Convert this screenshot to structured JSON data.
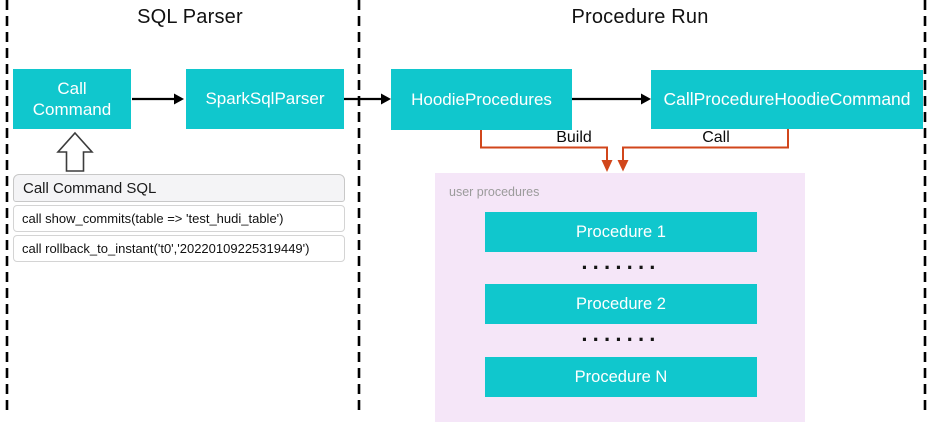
{
  "diagram": {
    "sections": [
      {
        "title": "SQL Parser"
      },
      {
        "title": "Procedure Run"
      }
    ],
    "nodes": {
      "call_command": "Call Command",
      "spark_sql_parser": "SparkSqlParser",
      "hoodie_procedures": "HoodieProcedures",
      "call_procedure_hoodie_command": "CallProcedureHoodieCommand"
    },
    "edges": {
      "build_label": "Build",
      "call_label": "Call"
    },
    "sql_panel": {
      "title": "Call Command SQL",
      "rows": [
        "call show_commits(table => 'test_hudi_table')",
        "call rollback_to_instant('t0','20220109225319449')"
      ]
    },
    "user_procedures": {
      "label": "user procedures",
      "items": [
        "Procedure 1",
        "Procedure 2",
        "Procedure N"
      ],
      "ellipsis": "·······"
    },
    "colors": {
      "node_teal": "#10c7cd",
      "connector_orange": "#d1461b",
      "container_purple": "#f5e6f8",
      "line_black": "#000000"
    }
  }
}
